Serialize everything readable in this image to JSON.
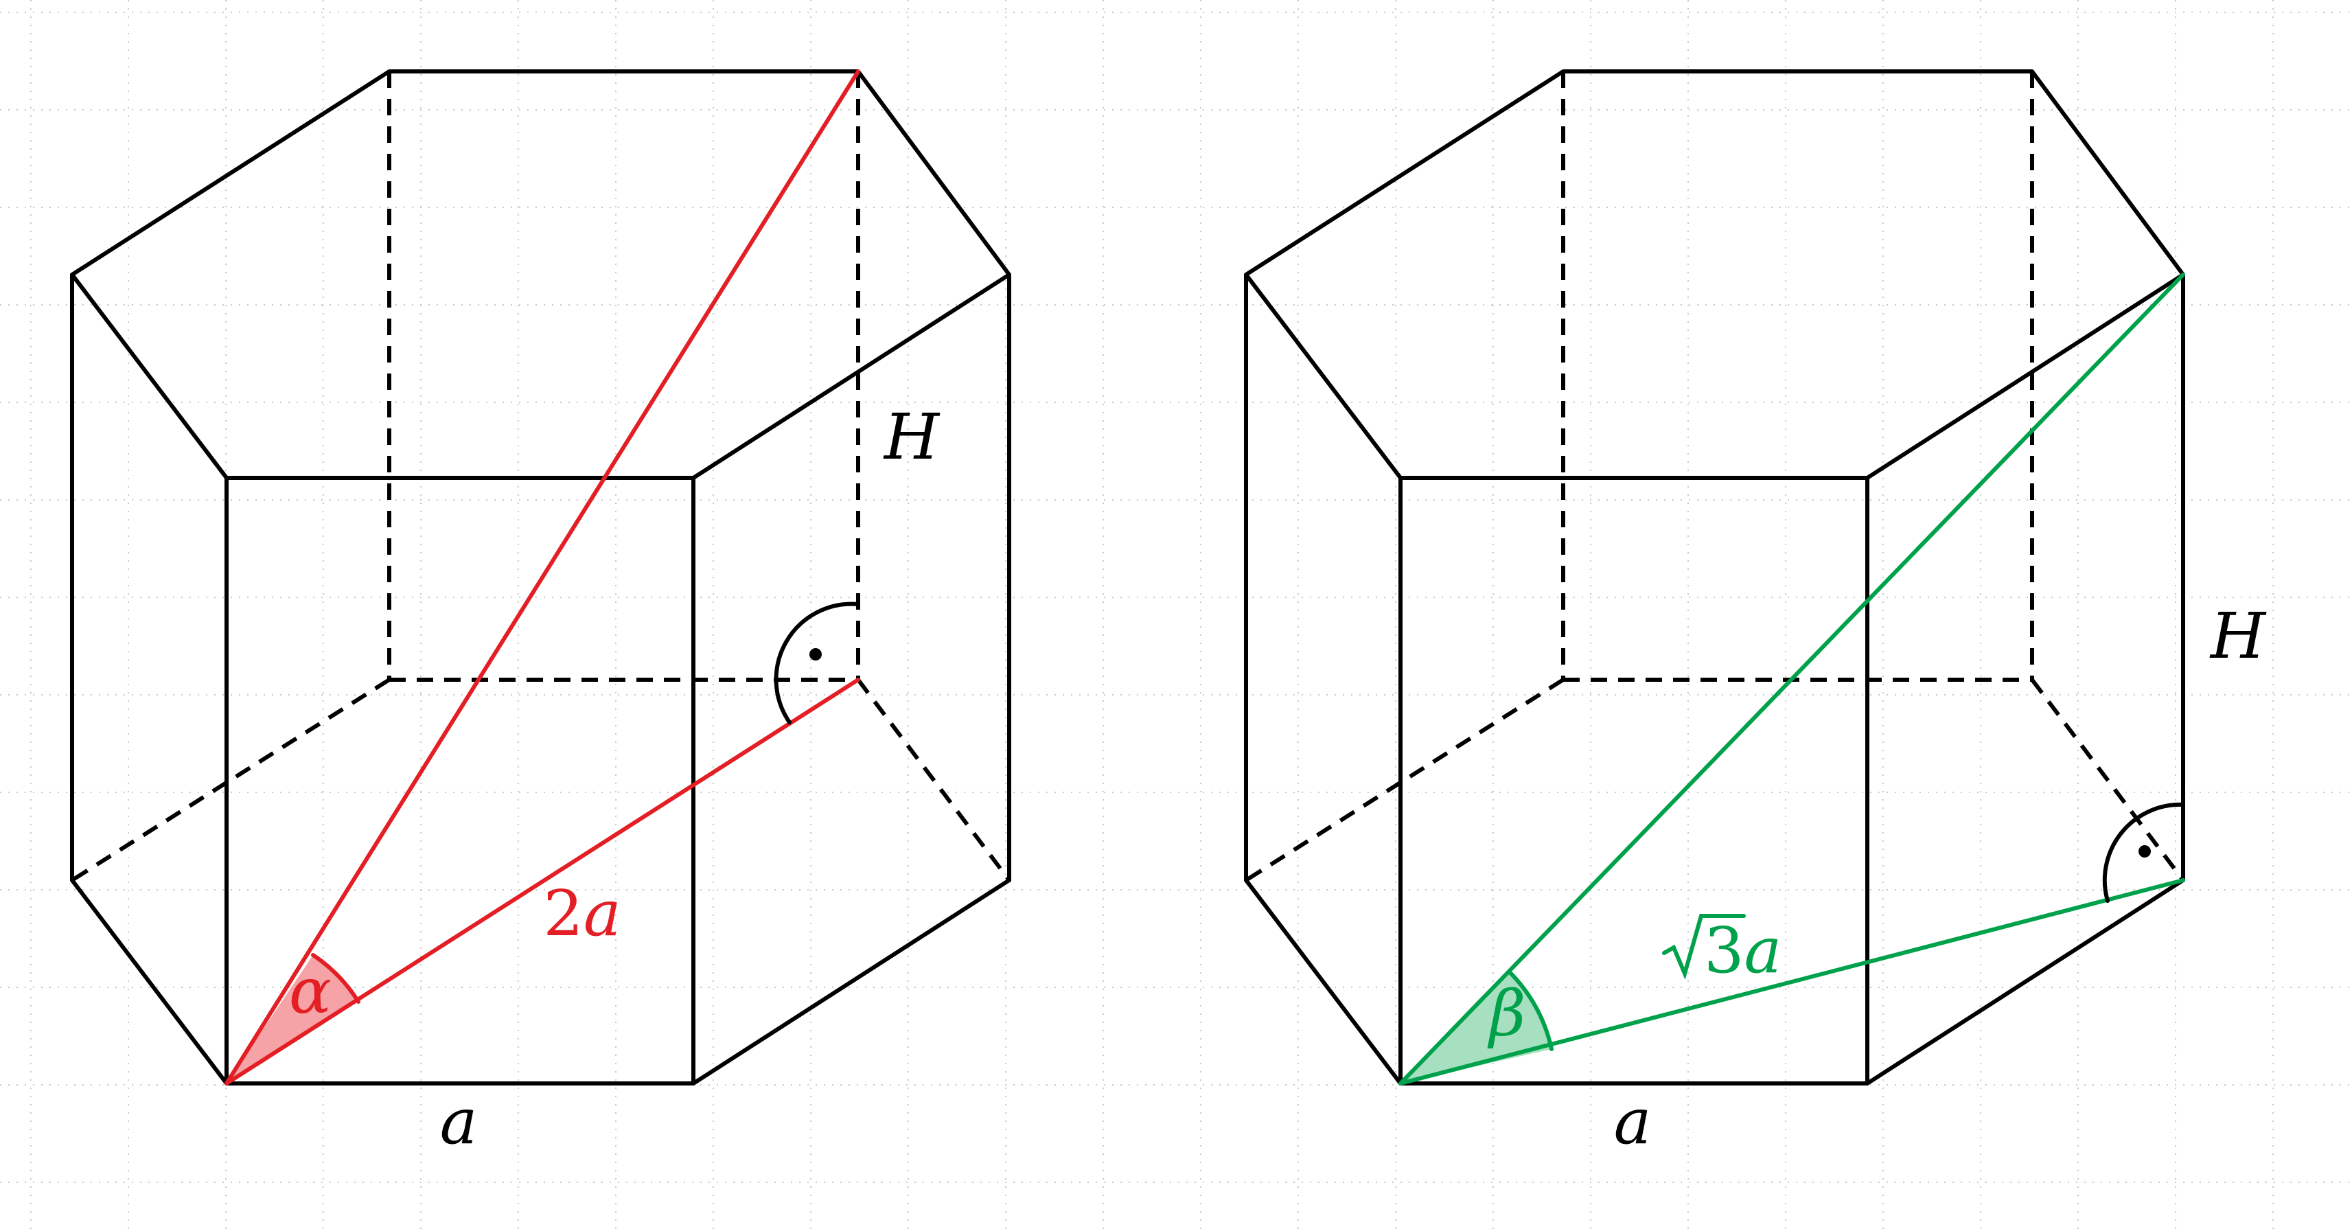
{
  "colors": {
    "grid": "#c8c8c8",
    "edge": "#000000",
    "red": "#e31e24",
    "red_fill": "#f5a3a6",
    "green": "#00a14b",
    "green_fill": "#a7e0c0"
  },
  "left_figure": {
    "label_a": "a",
    "label_H": "H",
    "label_diag_number": "2",
    "label_diag_var": "a",
    "label_angle": "α"
  },
  "right_figure": {
    "label_a": "a",
    "label_H": "H",
    "label_diag_number": "3",
    "label_diag_var": "a",
    "label_angle": "β"
  }
}
